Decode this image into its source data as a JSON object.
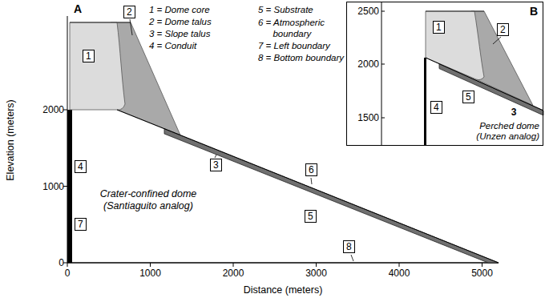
{
  "diagram": {
    "nodes": [
      {
        "text": [
          "1"
        ]
      },
      {
        "text": [
          "2"
        ]
      },
      {
        "text": [
          "4"
        ]
      },
      {
        "text": [
          "3"
        ]
      },
      {
        "text": [
          "6"
        ]
      },
      {
        "text": [
          "5"
        ]
      },
      {
        "text": [
          "7"
        ]
      },
      {
        "text": [
          "8"
        ]
      },
      {
        "text": [
          "B",
          "Perched dome (Unzen analog)"
        ]
      },
      {
        "text": [
          "1"
        ],
        "in": 8
      },
      {
        "text": [
          "2"
        ],
        "in": 8
      },
      {
        "text": [
          "5"
        ],
        "in": 8
      },
      {
        "text": [
          "4"
        ],
        "in": 8
      }
    ],
    "labels": [
      "A",
      "1 = Dome core",
      "2 = Dome talus",
      "3 = Slope talus",
      "4 = Conduit",
      "5 = Substrate",
      "6 = Atmospheric boundary",
      "7 = Left boundary",
      "8 = Bottom boundary",
      "Elevation (meters)",
      "Distance (meters)",
      "0",
      "1000",
      "2000",
      "0",
      "1000",
      "2000",
      "3000",
      "4000",
      "5000",
      "Crater-confined dome (Santiaguito analog)",
      "2500",
      "2000",
      "1500",
      "3"
    ]
  }
}
